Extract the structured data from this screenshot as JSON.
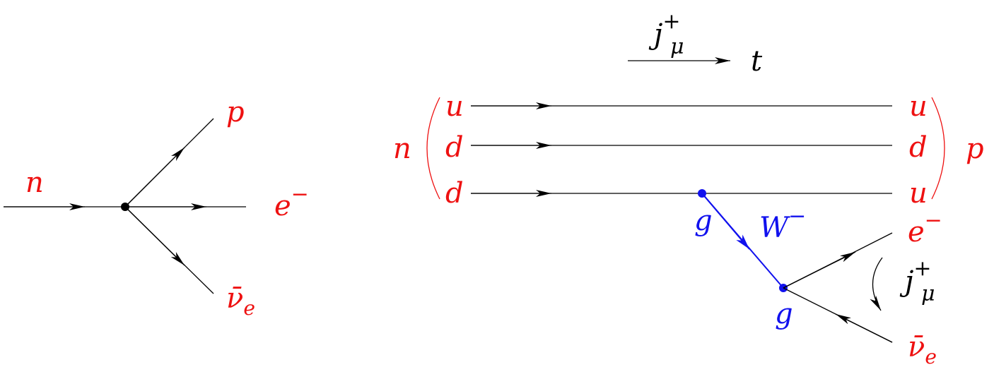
{
  "colors": {
    "particle": "#ee1111",
    "weak": "#1111ee",
    "line": "#000000"
  },
  "left_diagram": {
    "n": "n",
    "p": "p",
    "e": "e",
    "e_sup": "−",
    "nu": "ν̄",
    "nu_sub": "e"
  },
  "right_diagram": {
    "current_top": {
      "j": "j",
      "sup": "+",
      "sub": "μ"
    },
    "time": "t",
    "neutron": "n",
    "proton": "p",
    "quarks_in": [
      "u",
      "d",
      "d"
    ],
    "quarks_out": [
      "u",
      "d",
      "u"
    ],
    "vertex_top": "g",
    "vertex_bottom": "g",
    "boson": "W",
    "boson_sup": "−",
    "electron": "e",
    "electron_sup": "−",
    "current_side": {
      "j": "j",
      "sup": "+",
      "sub": "μ"
    },
    "antineutrino": "ν̄",
    "antineutrino_sub": "e"
  }
}
